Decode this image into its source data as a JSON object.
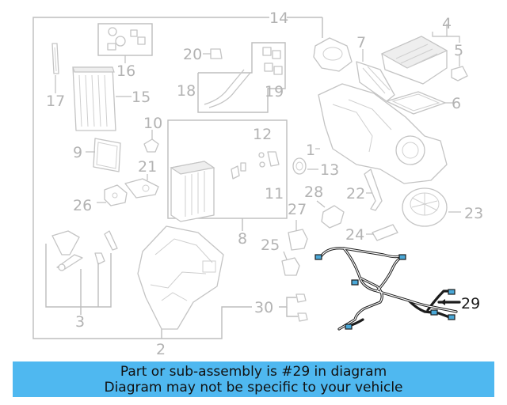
{
  "callouts": {
    "c1": "1",
    "c2": "2",
    "c3": "3",
    "c4": "4",
    "c5": "5",
    "c6": "6",
    "c7": "7",
    "c8": "8",
    "c9": "9",
    "c10": "10",
    "c11": "11",
    "c12": "12",
    "c13": "13",
    "c14": "14",
    "c15": "15",
    "c16": "16",
    "c17": "17",
    "c18": "18",
    "c19": "19",
    "c20": "20",
    "c21": "21",
    "c22": "22",
    "c23": "23",
    "c24": "24",
    "c25": "25",
    "c26": "26",
    "c27": "27",
    "c28": "28",
    "c29": "29",
    "c30": "30"
  },
  "highlight_part": "29",
  "colors": {
    "banner": "#4fb8f0",
    "connector": "#4aa8d8",
    "harness": "#1c1c1c",
    "line_art": "#bdbdbd"
  },
  "banner": {
    "line1": "Part or sub-assembly is #29 in diagram",
    "line2": "Diagram may not be specific to your vehicle"
  }
}
